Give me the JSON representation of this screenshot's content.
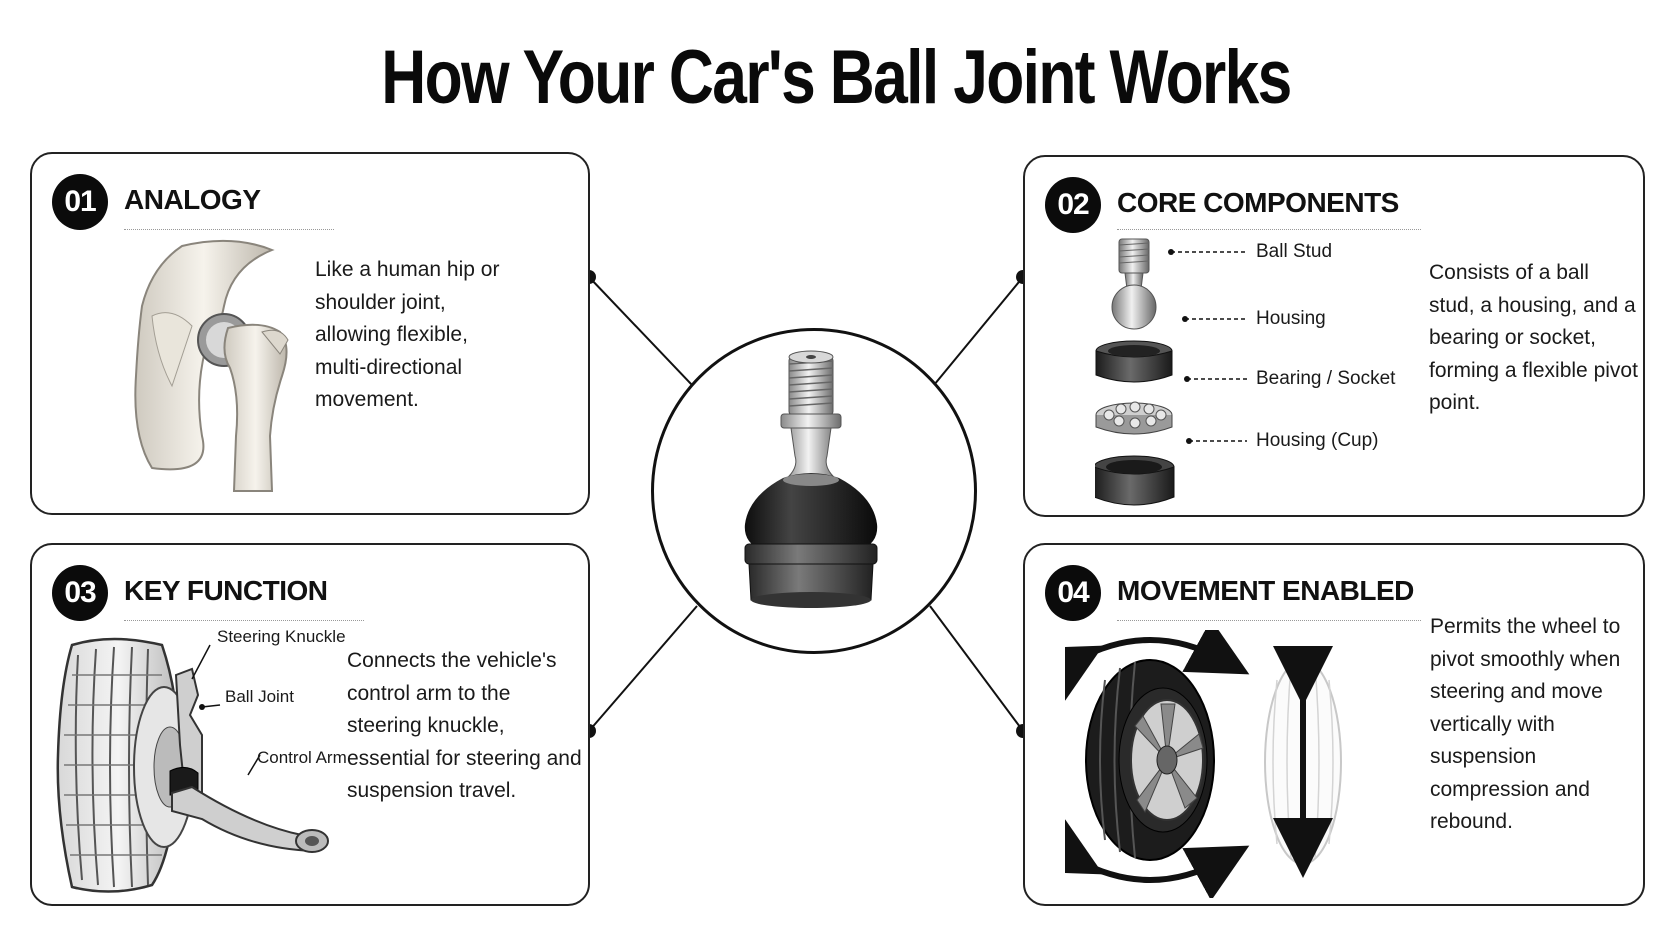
{
  "title": "How Your Car's Ball Joint Works",
  "cards": {
    "analogy": {
      "number": "01",
      "title": "ANALOGY",
      "text": "Like a human hip or shoulder joint, allowing flexible, multi-directional movement."
    },
    "components": {
      "number": "02",
      "title": "CORE COMPONENTS",
      "text": "Consists of a ball stud, a housing, and a bearing or socket, forming a flexible pivot point.",
      "parts": [
        "Ball Stud",
        "Housing",
        "Bearing / Socket",
        "Housing (Cup)"
      ]
    },
    "function": {
      "number": "03",
      "title": "KEY FUNCTION",
      "text": "Connects the vehicle's control arm to the steering knuckle, essential for steering and suspension travel.",
      "labels": [
        "Steering Knuckle",
        "Ball Joint",
        "Control Arm"
      ]
    },
    "movement": {
      "number": "04",
      "title": "MOVEMENT ENABLED",
      "text": "Permits the wheel to pivot smoothly when steering and move vertically with suspension compression and rebound."
    }
  }
}
